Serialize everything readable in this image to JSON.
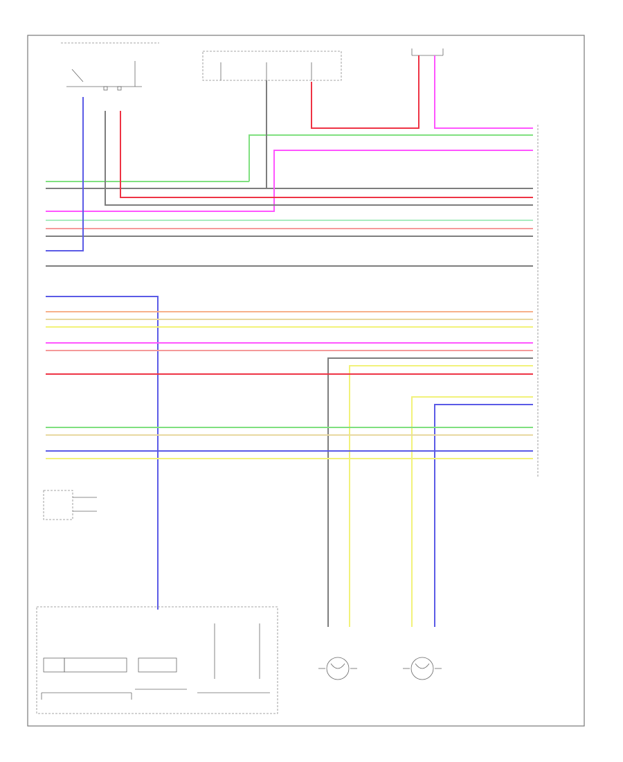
{
  "diagram": {
    "footer_code": "",
    "colors": {
      "blue": "#5a5ae6",
      "red": "#ee3344",
      "green": "#7fe07f",
      "pink": "#ff55ff",
      "orange": "#f7b08a",
      "yellow": "#f2f27a",
      "gray": "#7d7d7d",
      "lightgreen": "#a8ecc0",
      "lightred": "#f59999",
      "tan": "#e8d8a0",
      "black": "#444444"
    },
    "wires": [
      {
        "id": "w-red-top",
        "color": "red"
      },
      {
        "id": "w-green-1",
        "color": "green"
      },
      {
        "id": "w-gray-1",
        "color": "gray"
      },
      {
        "id": "w-pink-1",
        "color": "pink"
      },
      {
        "id": "w-green-2",
        "color": "green"
      },
      {
        "id": "w-gray-2",
        "color": "gray"
      },
      {
        "id": "w-red-2",
        "color": "red"
      },
      {
        "id": "w-gray-3",
        "color": "gray"
      },
      {
        "id": "w-pink-2",
        "color": "pink"
      },
      {
        "id": "w-lgreen-3",
        "color": "lightgreen"
      },
      {
        "id": "w-lred-3",
        "color": "lightred"
      },
      {
        "id": "w-gray-4",
        "color": "gray"
      },
      {
        "id": "w-blue-1",
        "color": "blue"
      },
      {
        "id": "w-gray-5",
        "color": "gray"
      },
      {
        "id": "w-blue-2",
        "color": "blue"
      },
      {
        "id": "w-orange-1",
        "color": "orange"
      },
      {
        "id": "w-tan-1",
        "color": "tan"
      },
      {
        "id": "w-yellow-1",
        "color": "yellow"
      },
      {
        "id": "w-pink-3",
        "color": "pink"
      },
      {
        "id": "w-lred-4",
        "color": "lightred"
      },
      {
        "id": "w-gray-6",
        "color": "gray"
      },
      {
        "id": "w-yellow-2",
        "color": "yellow"
      },
      {
        "id": "w-red-3",
        "color": "red"
      },
      {
        "id": "w-yellow-3",
        "color": "yellow"
      },
      {
        "id": "w-blue-3",
        "color": "blue"
      },
      {
        "id": "w-green-4",
        "color": "green"
      },
      {
        "id": "w-tan-2",
        "color": "tan"
      },
      {
        "id": "w-blue-4",
        "color": "blue"
      },
      {
        "id": "w-yellow-4",
        "color": "yellow"
      }
    ]
  }
}
